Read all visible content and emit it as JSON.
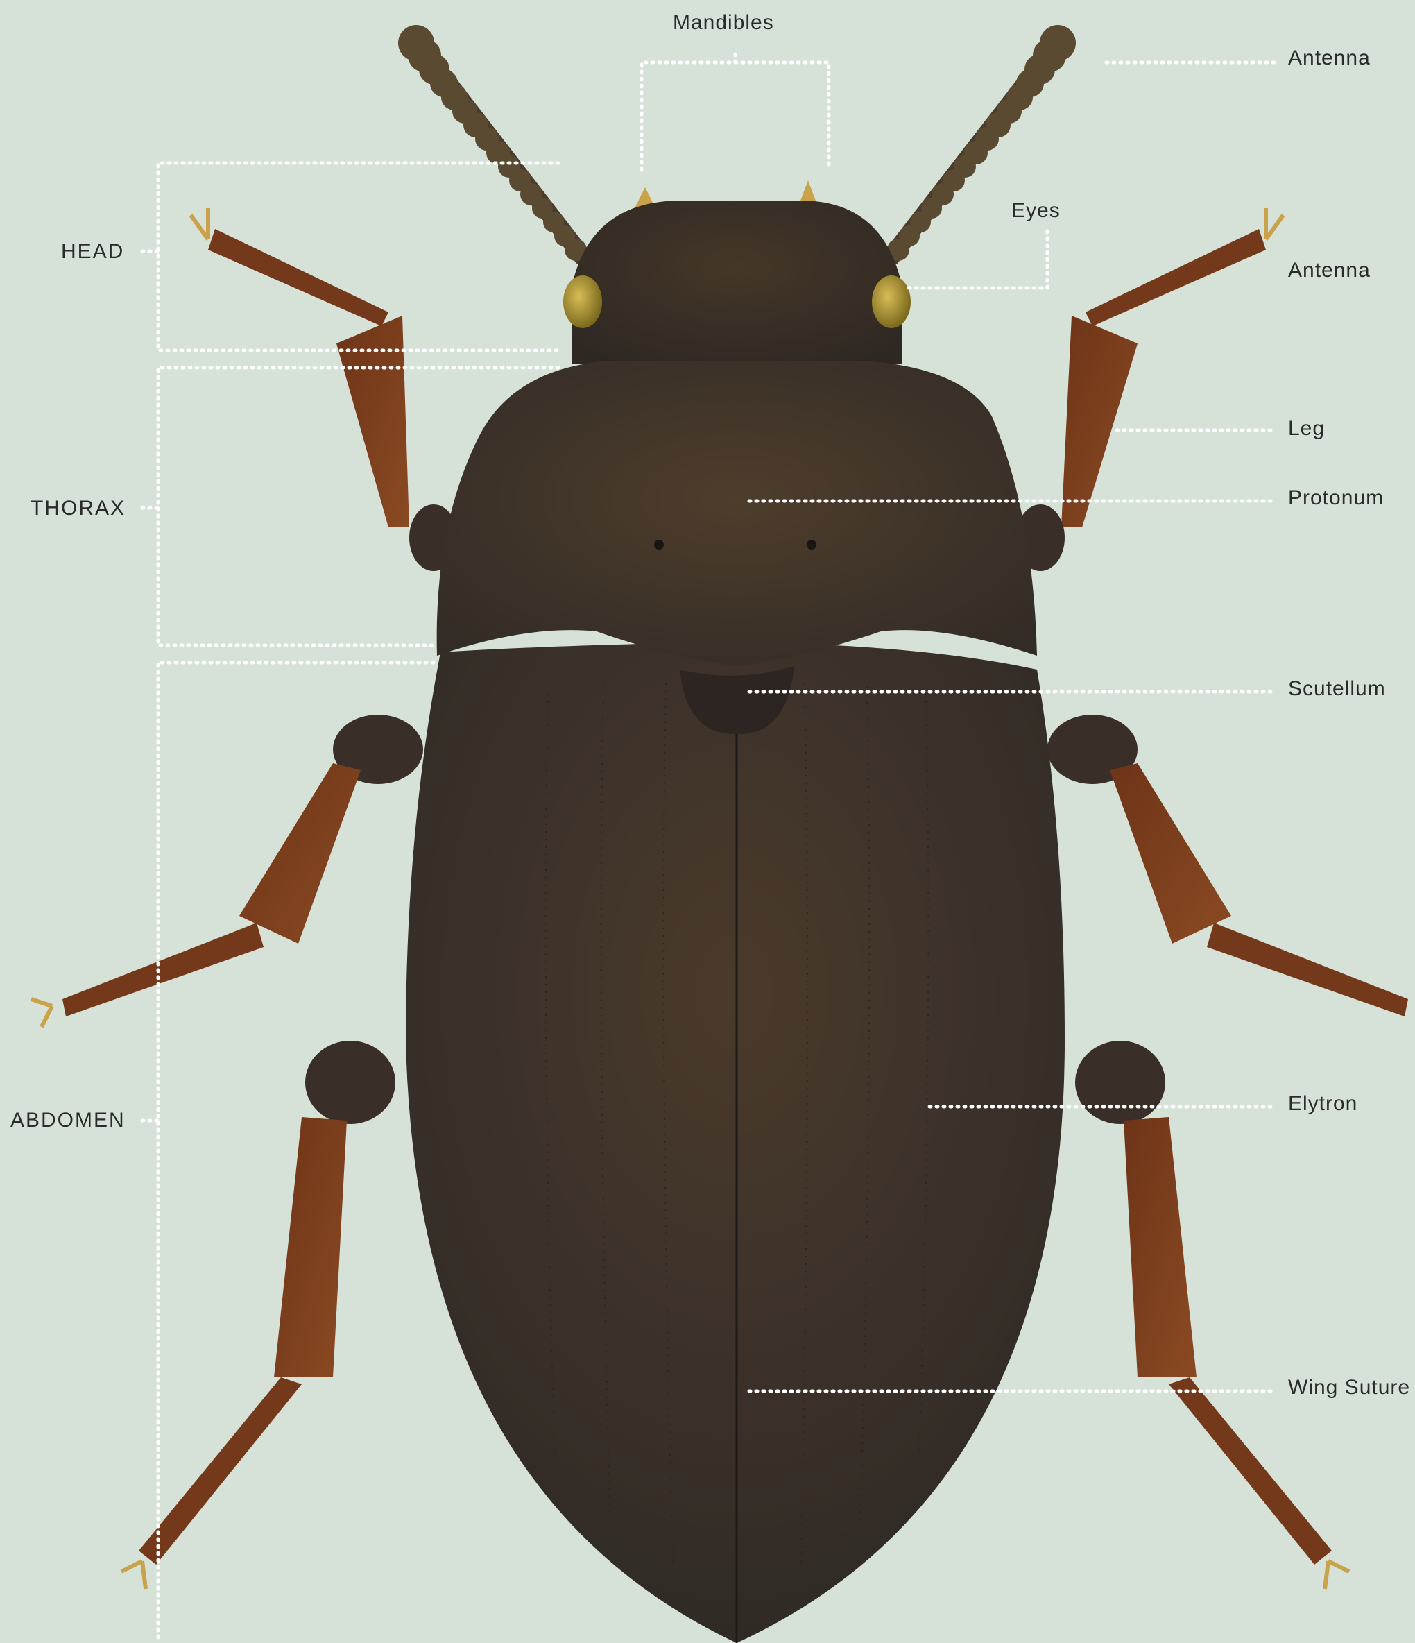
{
  "regions": {
    "head": "HEAD",
    "thorax": "THORAX",
    "abdomen": "ABDOMEN"
  },
  "parts": {
    "mandibles": "Mandibles",
    "antenna_top": "Antenna",
    "eyes": "Eyes",
    "antenna_second": "Antenna",
    "leg": "Leg",
    "protonum": "Protonum",
    "scutellum": "Scutellum",
    "elytron": "Elytron",
    "wing_suture": "Wing Suture"
  },
  "colors": {
    "background": "#d6e1d8",
    "body": "#3a3029",
    "legs": "#7a3c1c",
    "eyes": "#b4962e",
    "leader_lines": "#ffffff",
    "text": "#2b2b2b"
  }
}
